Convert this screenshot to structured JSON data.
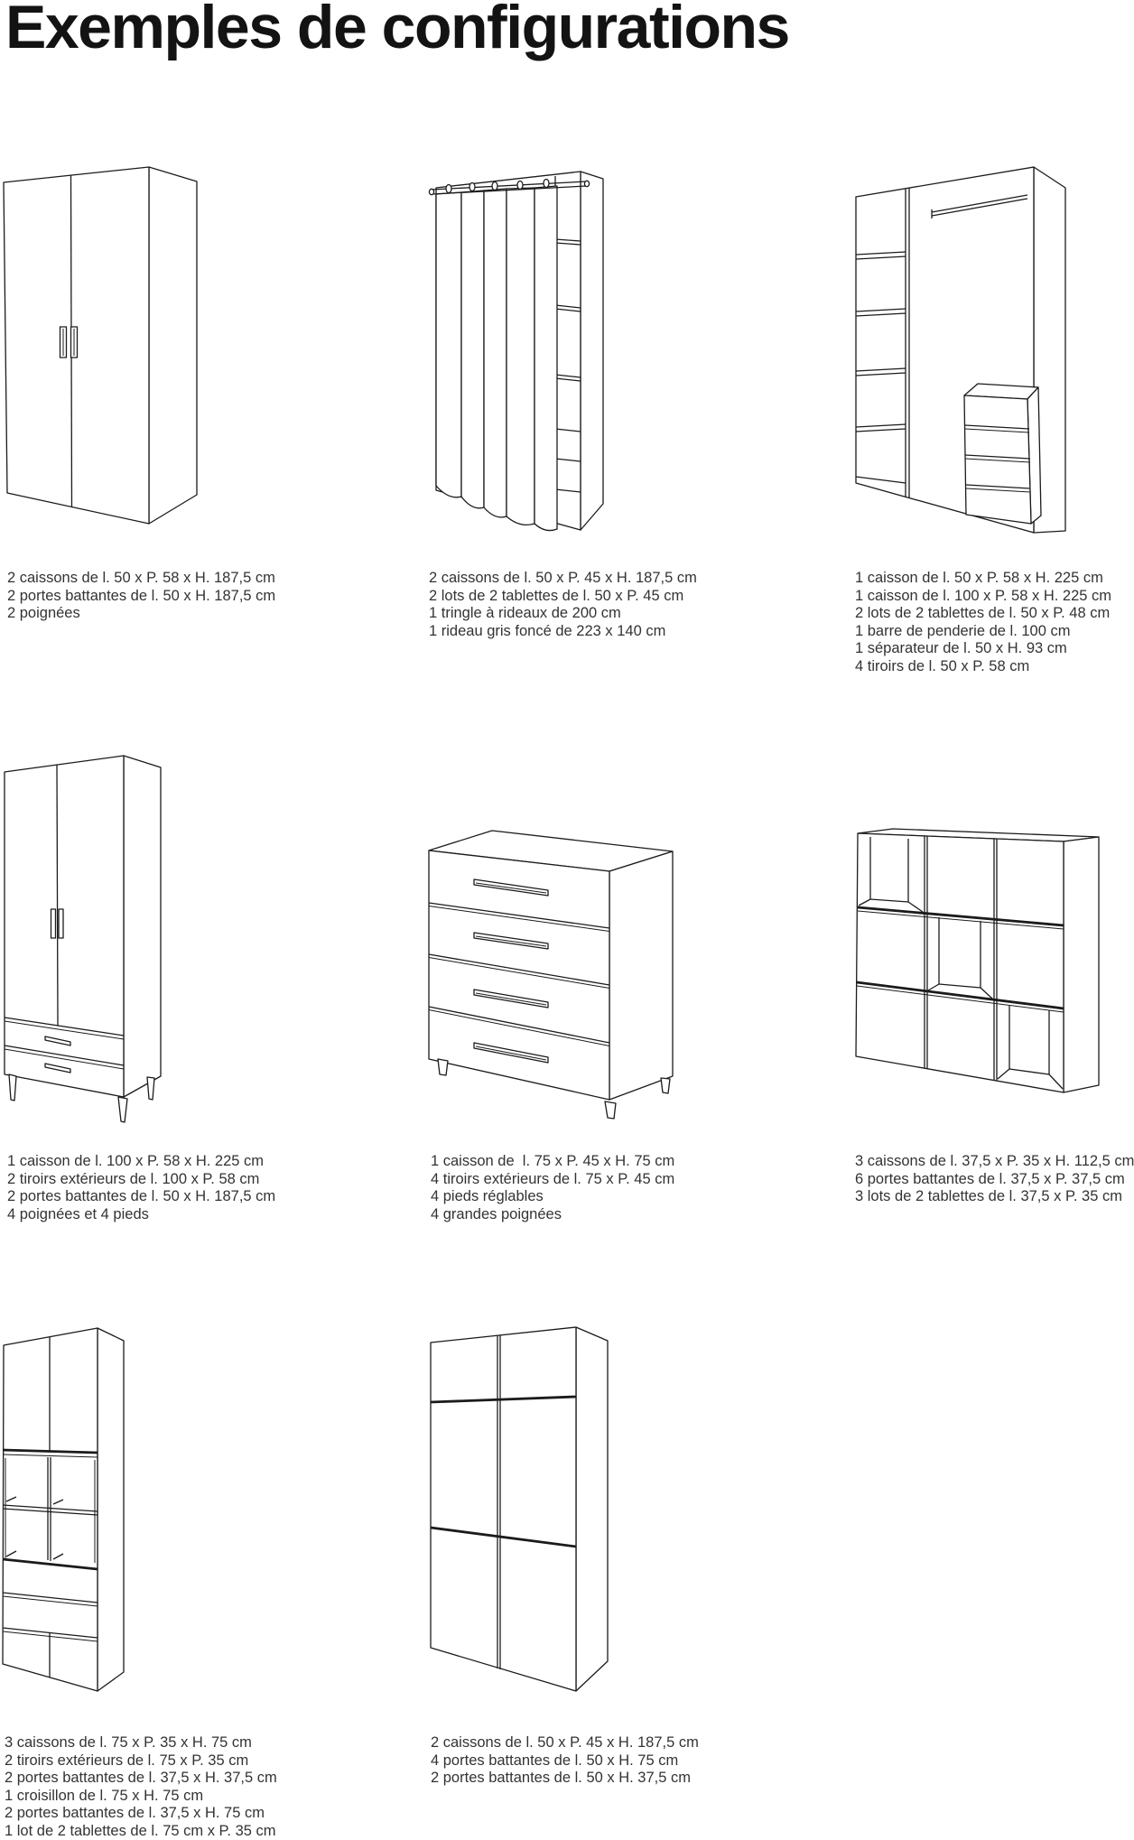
{
  "page": {
    "title": "Exemples de configurations",
    "colors": {
      "ink": "#1b1b1b",
      "text": "#333333",
      "background": "#ffffff"
    }
  },
  "configurations": [
    {
      "name": "armoire-2-portes",
      "lines": [
        "2 caissons de l. 50 x P. 58 x H. 187,5 cm",
        "2 portes battantes de l. 50 x H. 187,5 cm",
        "2 poignées"
      ]
    },
    {
      "name": "rangement-rideau",
      "lines": [
        "2 caissons de l. 50 x P. 45 x H. 187,5 cm",
        "2 lots de 2 tablettes de l. 50 x P. 45 cm",
        "1 tringle à rideaux de 200 cm",
        "1 rideau gris foncé de 223 x 140 cm"
      ]
    },
    {
      "name": "dressing-ouvert",
      "lines": [
        "1 caisson de l. 50 x P. 58 x H. 225 cm",
        "1 caisson de l. 100 x P. 58 x H. 225 cm",
        "2 lots de 2 tablettes de l. 50 x P. 48 cm",
        "1 barre de penderie de l. 100 cm",
        "1 séparateur de l. 50 x H. 93 cm",
        "4 tiroirs de l. 50 x P. 58 cm"
      ]
    },
    {
      "name": "armoire-2-portes-2-tiroirs",
      "lines": [
        "1 caisson de l. 100 x P. 58 x H. 225 cm",
        "2 tiroirs extérieurs de l. 100 x P. 58 cm",
        "2 portes battantes de l. 50 x H. 187,5 cm",
        "4 poignées et 4 pieds"
      ]
    },
    {
      "name": "commode-4-tiroirs",
      "lines": [
        "1 caisson de  l. 75 x P. 45 x H. 75 cm",
        "4 tiroirs extérieurs de l. 75 x P. 45 cm",
        "4 pieds réglables",
        "4 grandes poignées"
      ]
    },
    {
      "name": "cubes-3x3",
      "lines": [
        "3 caissons de l. 37,5 x P. 35 x H. 112,5 cm",
        "6 portes battantes de l. 37,5 x P. 37,5 cm",
        "3 lots de 2 tablettes de l. 37,5 x P. 35 cm"
      ]
    },
    {
      "name": "colonne-mixte",
      "lines": [
        "3 caissons de l. 75 x P. 35 x H. 75 cm",
        "2 tiroirs extérieurs de l. 75 x P. 35 cm",
        "2 portes battantes de l. 37,5 x H. 37,5 cm",
        "1 croisillon de l. 75 x H. 75 cm",
        "2 portes battantes de l. 37,5 x H. 75 cm",
        "1 lot de 2 tablettes de l. 75 cm x P. 35 cm"
      ]
    },
    {
      "name": "armoire-4-portes",
      "lines": [
        "2 caissons de l. 50 x P. 45 x H. 187,5 cm",
        "4 portes battantes de l. 50 x H. 75 cm",
        "2 portes battantes de l. 50 x H. 37,5 cm"
      ]
    }
  ]
}
